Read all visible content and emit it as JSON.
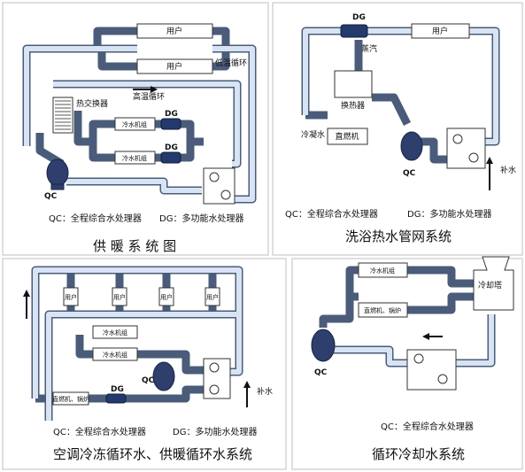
{
  "panel1": {
    "user_1": "用户",
    "user_2": "用户",
    "low_loop": "低温循环",
    "high_loop": "高温循环",
    "heat_exchanger": "热交换器",
    "chiller_1": "冷水机组",
    "chiller_2": "冷水机组",
    "dg_1": "DG",
    "dg_2": "DG",
    "qc": "QC",
    "caption_qc": "QC：全程综合水处理器",
    "caption_dg": "DG：多功能水处理器",
    "title": "供 暖 系 统 图"
  },
  "panel2": {
    "dg": "DG",
    "user": "用户",
    "steam": "蒸汽",
    "heat_exchanger": "换热器",
    "condensate": "冷凝水",
    "boiler": "直燃机",
    "qc": "QC",
    "makeup": "补水",
    "caption_qc": "QC：全程综合水处理器",
    "caption_dg": "DG：多功能水处理器",
    "title": "洗浴热水管网系统"
  },
  "panel3": {
    "users": [
      "用户",
      "用户",
      "用户",
      "用户"
    ],
    "chiller_1": "冷水机组",
    "chiller_2": "冷水机组",
    "boiler": "直燃机、锅炉",
    "dg": "DG",
    "qc": "QC",
    "makeup": "补水",
    "caption_qc": "QC：全程综合水处理器",
    "caption_dg": "DG：多功能水处理器",
    "title": "空调冷冻循环水、供暖循环水系统"
  },
  "panel4": {
    "chiller": "冷水机组",
    "tower": "冷却塔",
    "boiler": "直燃机、锅炉",
    "qc": "QC",
    "caption_qc": "QC：全程综合水处理器",
    "title": "循环冷却水系统"
  }
}
